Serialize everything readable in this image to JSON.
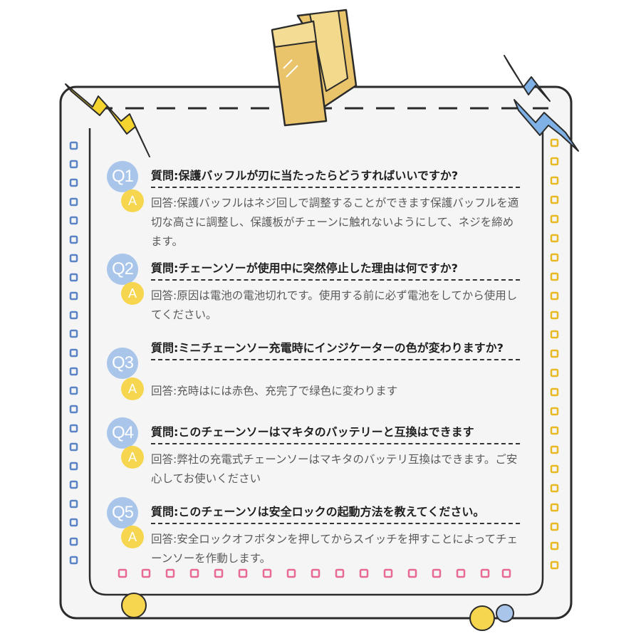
{
  "colors": {
    "frame_fill": "#f5f5f5",
    "frame_stroke": "#2b2b2b",
    "q_badge": "#a9c5ea",
    "a_badge": "#f6d64e",
    "left_squares": "#5b84c4",
    "right_squares": "#e8b923",
    "bottom_squares": "#e86a92",
    "clip": "#e9c46a",
    "lightning_yellow": "#f5d430",
    "lightning_blue": "#7fb0e6"
  },
  "qa_items": [
    {
      "q_label": "Q1",
      "a_label": "A",
      "question": "質問:保護バッフルが刃に当たったらどうすればいいですか?",
      "answer": "回答:保護バッフルはネジ回しで調整することができます保護バッフルを適切な高さに調整し、保護板がチェーンに触れないようにして、ネジを締めます。"
    },
    {
      "q_label": "Q2",
      "a_label": "A",
      "question": "質問:チェーンソーが使用中に突然停止した理由は何ですか?",
      "answer": "回答:原因は電池の電池切れです。使用する前に必ず電池をしてから使用してください。"
    },
    {
      "q_label": "Q3",
      "a_label": "A",
      "question": "質問:ミニチェーンソー充電時にインジケーターの色が変わりますか?",
      "answer": "回答:充時はには赤色、充完了で绿色に変わります"
    },
    {
      "q_label": "Q4",
      "a_label": "A",
      "question": "質問:このチェーンソーはマキタのバッテリーと互換はできます",
      "answer": "回答:弊社の充電式チェーンソーはマキタのバッテリ互換はできます。ご安心してお使いください"
    },
    {
      "q_label": "Q5",
      "a_label": "A",
      "question": "質問:このチェーンソは安全ロックの起動方法を教えてください。",
      "answer": "回答:安全ロックオフボタンを押してからスイッチを押すことによってチェーンソーを作動します。"
    }
  ]
}
